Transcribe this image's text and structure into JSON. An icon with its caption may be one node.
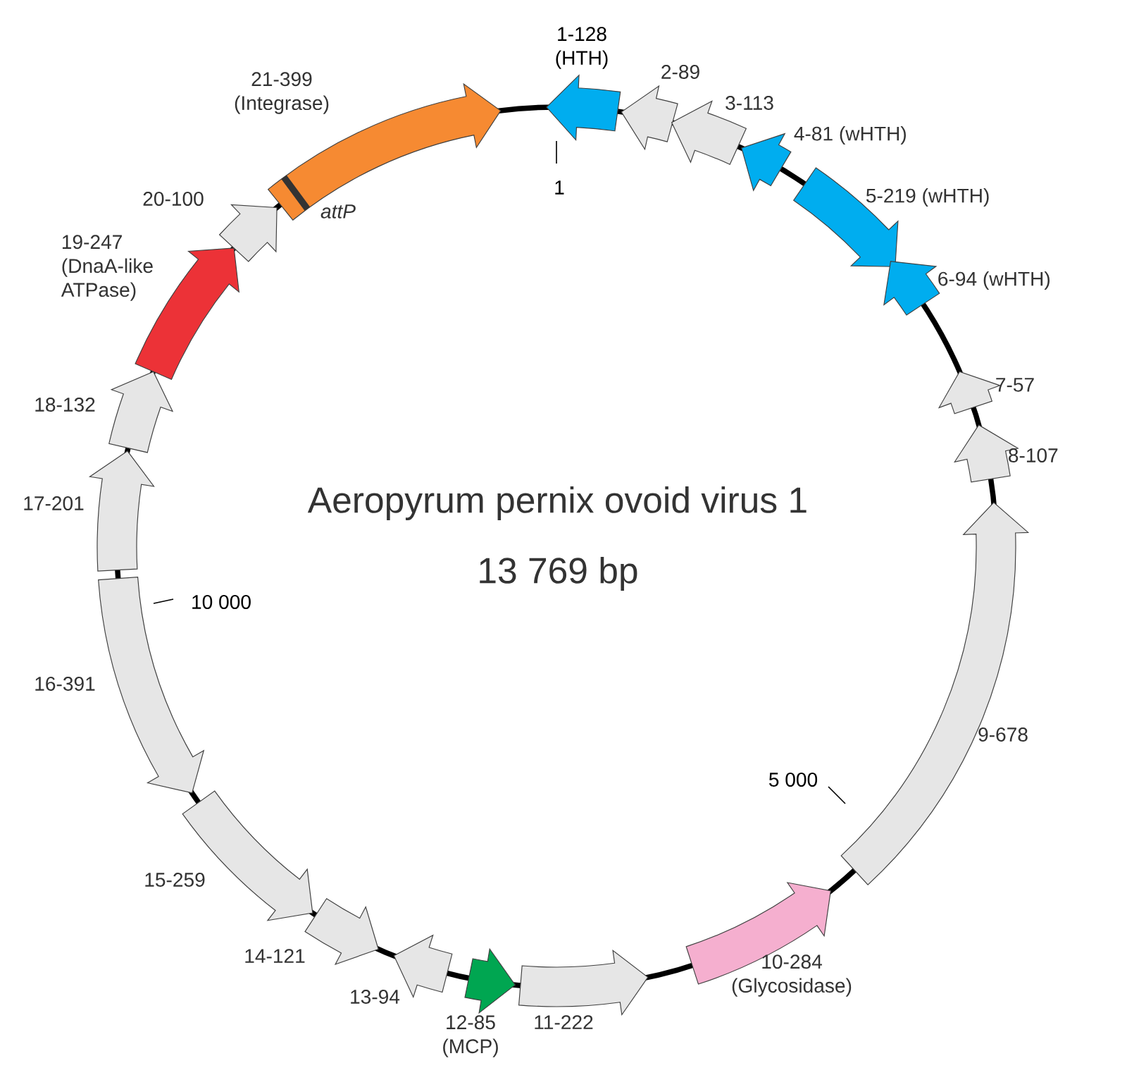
{
  "diagram": {
    "title": "Aeropyrum pernix ovoid virus 1",
    "nodes": [
      {
        "text": [
          "1-128",
          "(HTH)"
        ]
      },
      {
        "text": [
          "2-89"
        ]
      },
      {
        "text": [
          "3-113"
        ]
      },
      {
        "text": [
          "4-81",
          "(wHTH)"
        ]
      },
      {
        "text": [
          "5-219",
          "(wHTH)"
        ]
      },
      {
        "text": [
          "6-94",
          "(wHTH)"
        ]
      },
      {
        "text": [
          "7-57"
        ]
      },
      {
        "text": [
          "8-107"
        ]
      },
      {
        "text": [
          "9-678"
        ]
      },
      {
        "text": [
          "10-284",
          "(Glycosidase)"
        ]
      },
      {
        "text": [
          "11-222"
        ]
      },
      {
        "text": [
          "12-85",
          "(MCP)"
        ]
      },
      {
        "text": [
          "13-94"
        ]
      },
      {
        "text": [
          "14-121"
        ]
      },
      {
        "text": [
          "15-259"
        ]
      },
      {
        "text": [
          "16-391"
        ]
      },
      {
        "text": [
          "17-201"
        ]
      },
      {
        "text": [
          "18-132"
        ]
      },
      {
        "text": [
          "19-247",
          "(DnaA-like ATPase)"
        ]
      },
      {
        "text": [
          "20-100"
        ]
      },
      {
        "text": [
          "21-399",
          "(Integrase)"
        ]
      }
    ],
    "labels": [
      "13 769 bp",
      "1",
      "5 000",
      "10 000",
      "attP"
    ]
  }
}
